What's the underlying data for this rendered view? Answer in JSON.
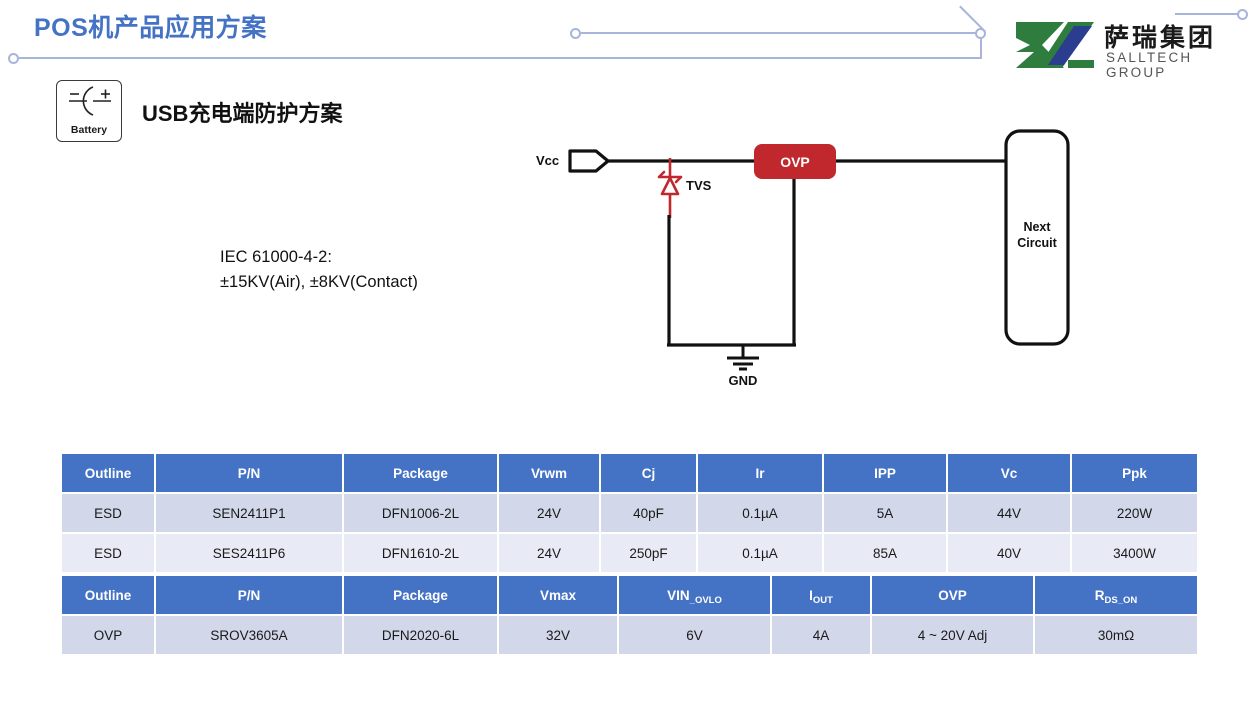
{
  "header": {
    "title": "POS机产品应用方案",
    "title_color": "#4472C4",
    "deco_color": "#A8B4DC"
  },
  "logo": {
    "cn": "萨瑞集团",
    "en": "SALLTECH GROUP",
    "mark_green": "#2E7D3E",
    "mark_blue": "#2B3D8F"
  },
  "battery": {
    "label": "Battery",
    "icon": "battery-symbol",
    "minus": "−",
    "plus": "+"
  },
  "subtitle": {
    "lead": "USB",
    "rest": "充电端防护方案"
  },
  "note": {
    "line1": "IEC 61000-4-2:",
    "line2": "±15KV(Air), ±8KV(Contact)"
  },
  "circuit": {
    "vcc_label": "Vcc",
    "tvs_label": "TVS",
    "ovp_label": "OVP",
    "ovp_color": "#C0282D",
    "tvs_color": "#C0282D",
    "gnd_label": "GND",
    "next_line1": "Next",
    "next_line2": "Circuit"
  },
  "table1": {
    "headers": [
      "Outline",
      "P/N",
      "Package",
      "Vrwm",
      "Cj",
      "Ir",
      "IPP",
      "Vc",
      "Ppk"
    ],
    "rows": [
      [
        "ESD",
        "SEN2411P1",
        "DFN1006-2L",
        "24V",
        "40pF",
        "0.1µA",
        "5A",
        "44V",
        "220W"
      ],
      [
        "ESD",
        "SES2411P6",
        "DFN1610-2L",
        "24V",
        "250pF",
        "0.1µA",
        "85A",
        "40V",
        "3400W"
      ]
    ]
  },
  "table2": {
    "headers": [
      {
        "main": "Outline",
        "sub": ""
      },
      {
        "main": "P/N",
        "sub": ""
      },
      {
        "main": "Package",
        "sub": ""
      },
      {
        "main": "Vmax",
        "sub": ""
      },
      {
        "main": "VIN",
        "sub": "_OVLO"
      },
      {
        "main": "I",
        "sub": "OUT"
      },
      {
        "main": "OVP",
        "sub": ""
      },
      {
        "main": "R",
        "sub": "DS_ON"
      }
    ],
    "rows": [
      [
        "OVP",
        "SROV3605A",
        "DFN2020-6L",
        "32V",
        "6V",
        "4A",
        "4 ~ 20V Adj",
        "30mΩ"
      ]
    ]
  },
  "theme": {
    "header_blue": "#4472C4",
    "row_even": "#D2D7E9",
    "row_odd": "#E8EBF5"
  }
}
